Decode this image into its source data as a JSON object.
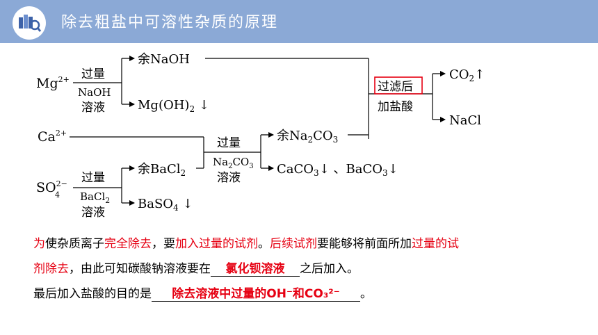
{
  "header": {
    "title": "除去粗盐中可溶性杂质的原理"
  },
  "diagram": {
    "ions": {
      "mg": "Mg",
      "mg_sup": "2+",
      "ca": "Ca",
      "ca_sup": "2+",
      "so": "SO",
      "so_sup": "2−",
      "so_sub": "4"
    },
    "step1": {
      "top": "过量",
      "reagent": "NaOH",
      "bottom": "溶液"
    },
    "step1_products": {
      "excess": "余NaOH",
      "precip": "Mg(OH)",
      "precip_sub": "2"
    },
    "step2": {
      "top": "过量",
      "reagent": "BaCl",
      "reagent_sub": "2",
      "bottom": "溶液"
    },
    "step2_products": {
      "excess": "余BaCl",
      "excess_sub": "2",
      "precip": "BaSO",
      "precip_sub": "4"
    },
    "step3": {
      "top": "过量",
      "reagent": "Na",
      "reagent_sub1": "2",
      "reagent_mid": "CO",
      "reagent_sub2": "3",
      "bottom": "溶液"
    },
    "step3_products": {
      "excess": "余Na",
      "excess_sub1": "2",
      "excess_mid": "CO",
      "excess_sub2": "3",
      "precip1": "CaCO",
      "precip1_sub": "3",
      "sep": "、",
      "precip2": "BaCO",
      "precip2_sub": "3"
    },
    "step4": {
      "boxed": "过滤后",
      "reagent": "加盐酸"
    },
    "step4_products": {
      "gas": "CO",
      "gas_sub": "2",
      "salt": "NaCl"
    }
  },
  "text": {
    "line1": {
      "a": "为",
      "b": "使杂质离子",
      "c": "完全除去",
      "d": "，要",
      "e": "加入过量的试剂",
      "f": "。",
      "g": "后续试剂",
      "h": "要能够将前面所加",
      "i": "过量的试"
    },
    "line2": {
      "a": "剂除去",
      "b": "，由此可知碳酸钠溶液要在",
      "answer": "氯化钡溶液",
      "c": "之后加入。"
    },
    "line3": {
      "a": "最后加入盐酸的目的是",
      "answer": "除去溶液中过量的OH⁻和CO₃²⁻",
      "c": "。"
    }
  },
  "colors": {
    "header": "#8ba9d6",
    "accent": "#e60012"
  },
  "icons": {
    "logo": "books-magnifier-icon"
  }
}
